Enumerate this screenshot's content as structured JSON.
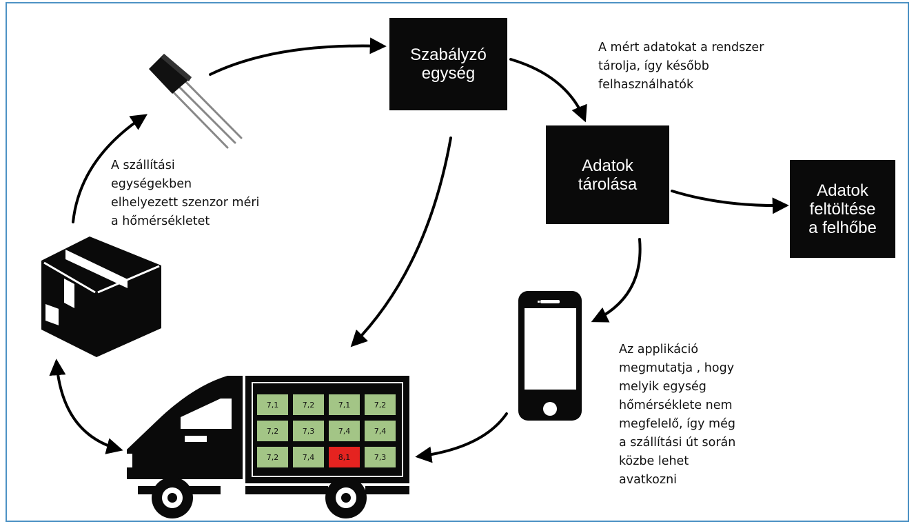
{
  "boxes": {
    "regulator": "Szabályzó\negység",
    "storage": "Adatok\ntárolása",
    "upload": "Adatok\nfeltöltése\na felhőbe"
  },
  "notes": {
    "sensor": "A szállítási\negységekben\nelhelyezett szenzor méri\na hőmérsékletet",
    "storage": "A mért adatokat a rendszer\ntárolja, így később\nfelhasználhatók",
    "app": "Az applikáció\nmegmutatja , hogy\nmelyik egység\nhőmérséklete nem\nmegfelelő, így még\na szállítási út során\nközbe lehet\navatkozni"
  },
  "temperature_grid": {
    "rows": [
      [
        "7,1",
        "7,2",
        "7,1",
        "7,2"
      ],
      [
        "7,2",
        "7,3",
        "7,4",
        "7,4"
      ],
      [
        "7,2",
        "7,4",
        "8,1",
        "7,3"
      ]
    ],
    "alert_cell": [
      2,
      2
    ],
    "normal_color": "#a3c586",
    "alert_color": "#e52320"
  },
  "icons": [
    "box-icon",
    "sensor-icon",
    "truck-icon",
    "smartphone-icon"
  ],
  "colors": {
    "frame": "#4d92c4",
    "box": "#0a0a0a"
  }
}
